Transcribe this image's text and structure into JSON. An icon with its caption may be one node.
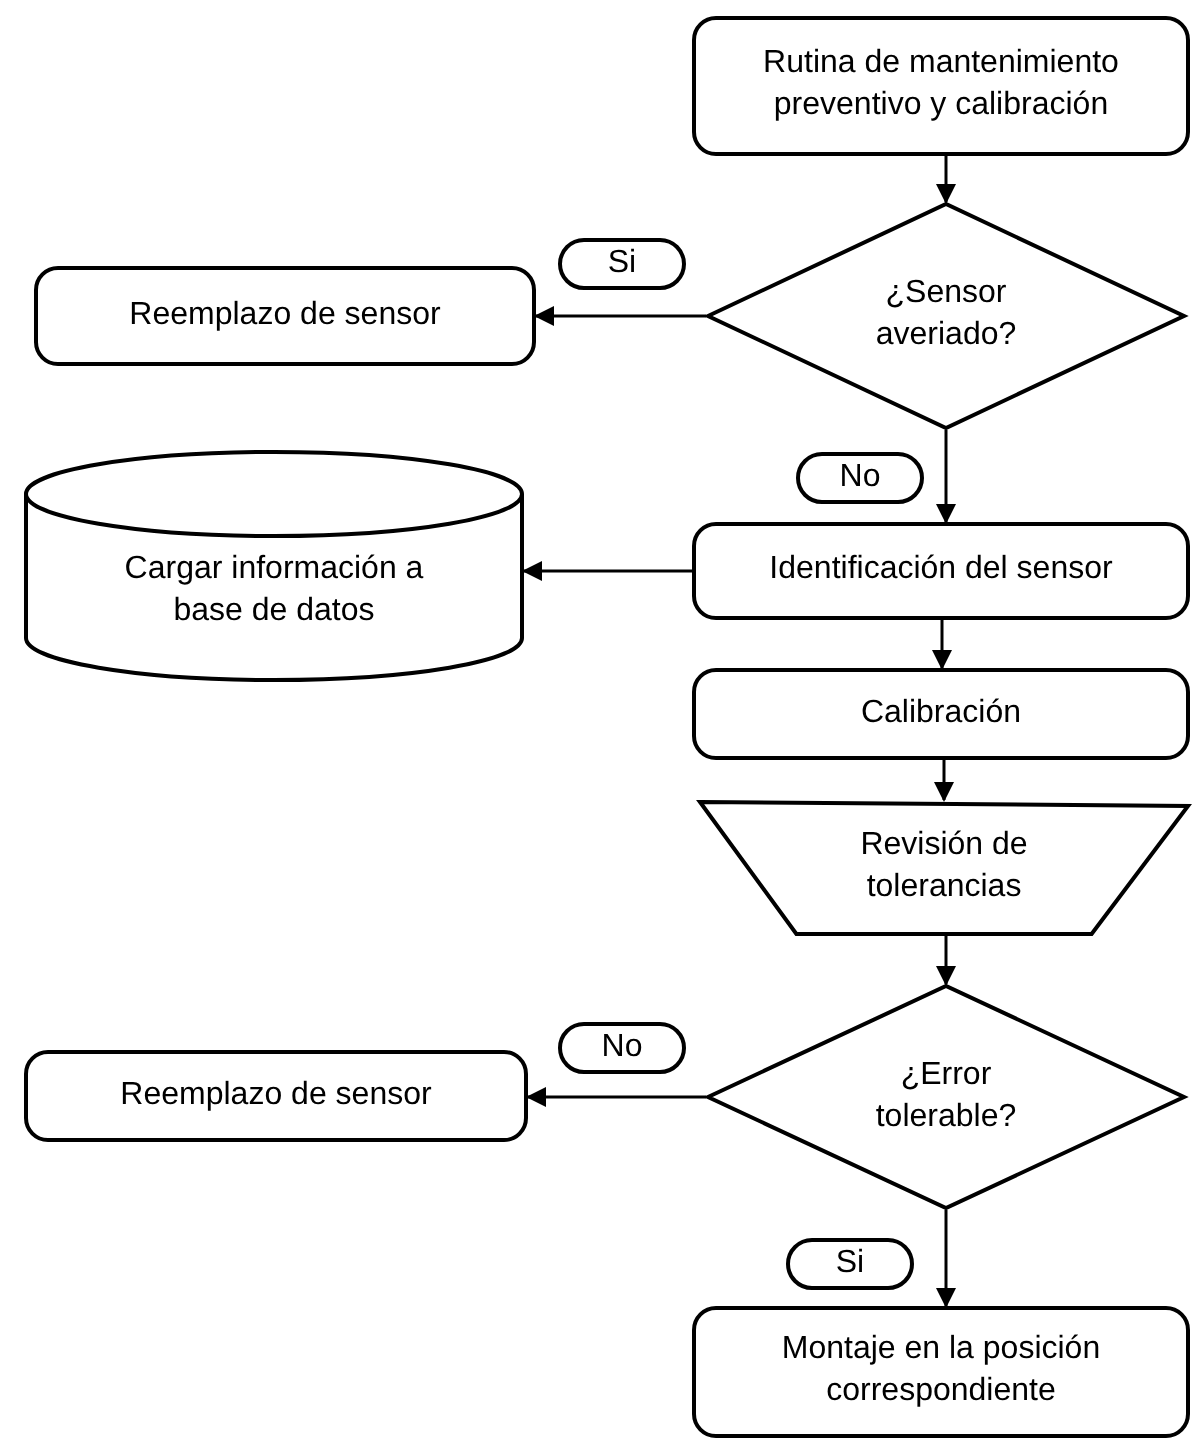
{
  "diagram": {
    "nodes": [
      {
        "text": [
          "Rutina de mantenimiento preventivo y calibración"
        ]
      },
      {
        "text": [
          "¿Sensor averiado?"
        ]
      },
      {
        "text": [
          "Reemplazo de sensor"
        ]
      },
      {
        "text": [
          "Cargar información a base de datos"
        ]
      },
      {
        "text": [
          "Identificación del sensor"
        ]
      },
      {
        "text": [
          "Calibración"
        ]
      },
      {
        "text": [
          "Revisión de tolerancias"
        ]
      },
      {
        "text": [
          "¿Error tolerable?"
        ]
      },
      {
        "text": [
          "Reemplazo de sensor"
        ]
      },
      {
        "text": [
          "Montaje en la posición correspondiente"
        ]
      }
    ],
    "edges": [
      {
        "from": 0,
        "to": 1,
        "arrow": "to"
      },
      {
        "from": 1,
        "to": 2,
        "arrow": "to",
        "label": "Si"
      },
      {
        "from": 1,
        "to": 4,
        "arrow": "to",
        "label": "No"
      },
      {
        "from": 4,
        "to": 3,
        "arrow": "to"
      },
      {
        "from": 4,
        "to": 5,
        "arrow": "to"
      },
      {
        "from": 5,
        "to": 6,
        "arrow": "to"
      },
      {
        "from": 6,
        "to": 7,
        "arrow": "to"
      },
      {
        "from": 7,
        "to": 8,
        "arrow": "to",
        "label": "No"
      },
      {
        "from": 7,
        "to": 9,
        "arrow": "to",
        "label": "Si"
      }
    ]
  }
}
